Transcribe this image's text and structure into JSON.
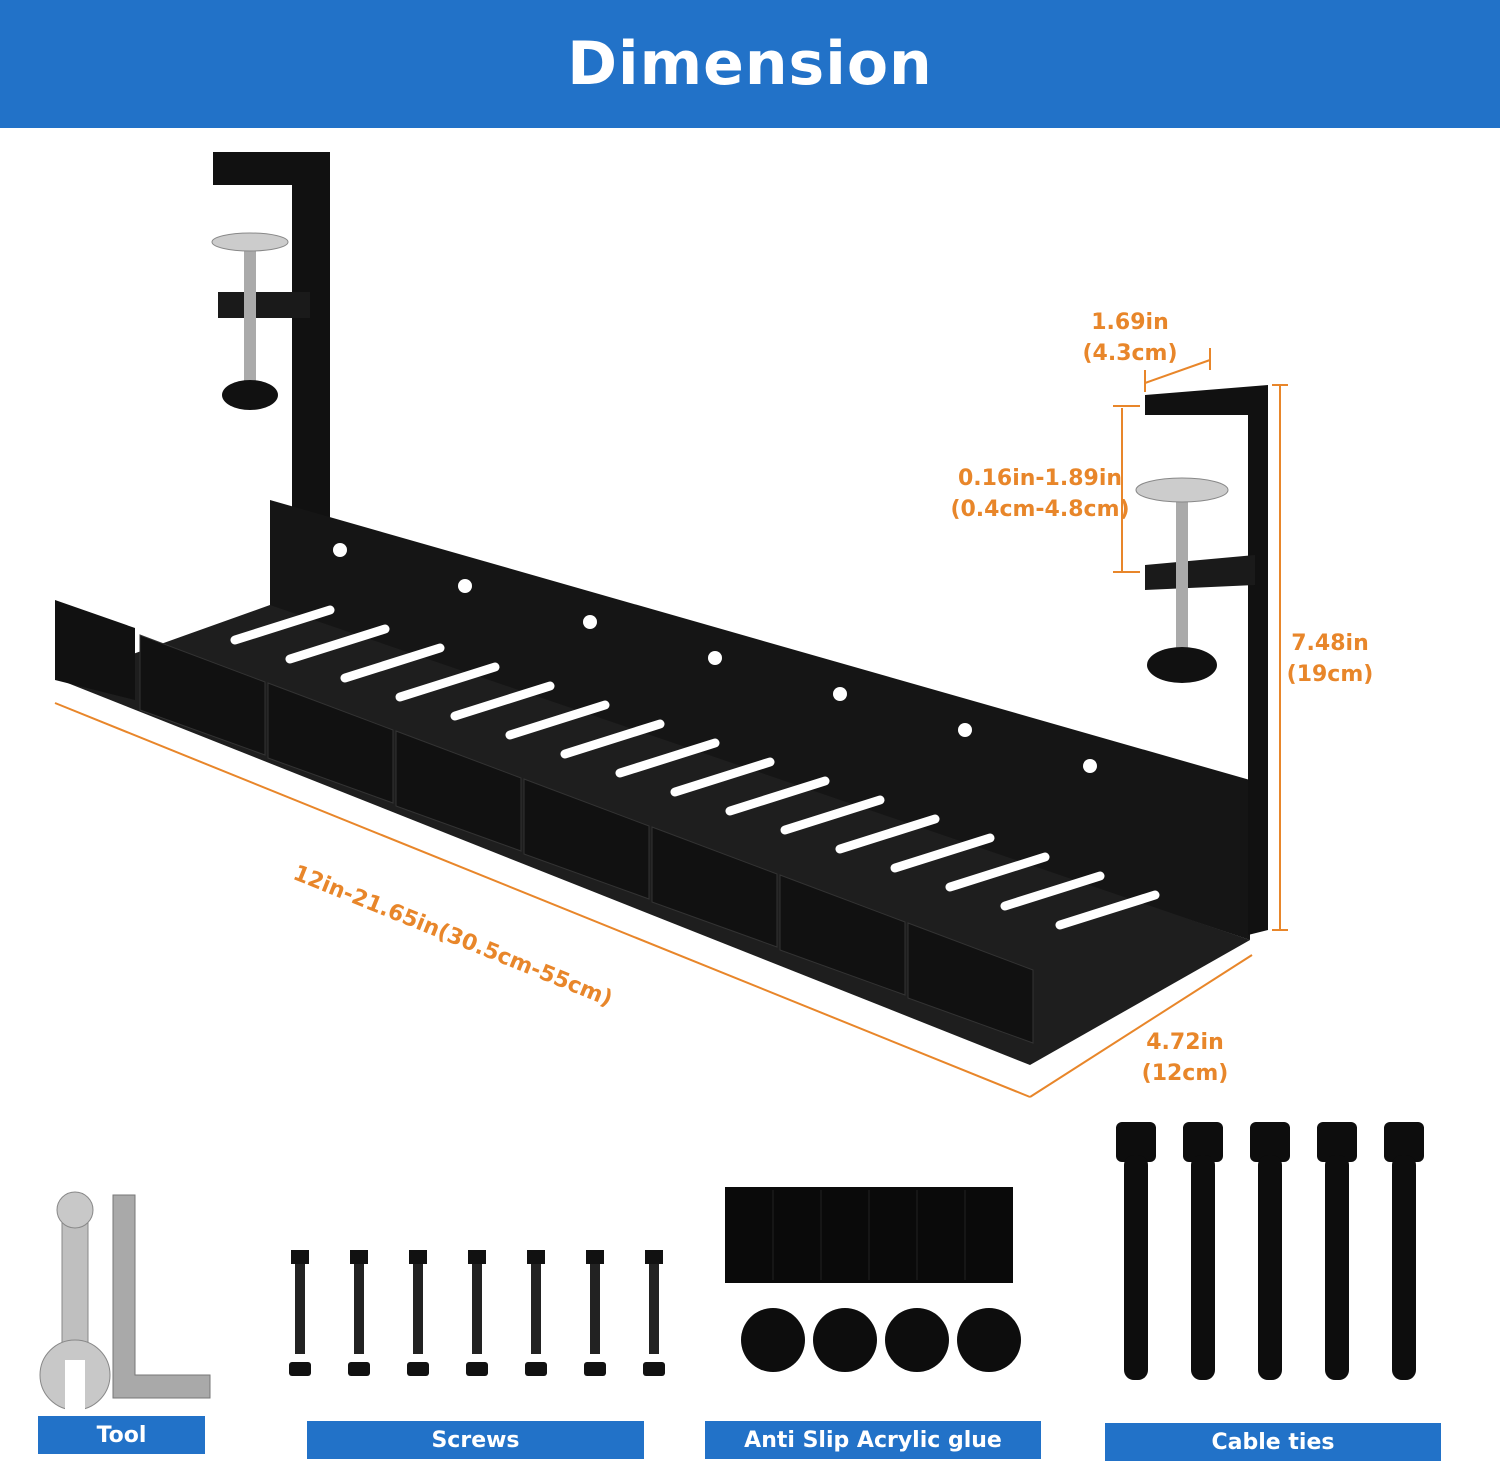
{
  "title": "Dimension",
  "dimensions": {
    "hook_width": {
      "in": "1.69in",
      "cm": "(4.3cm)"
    },
    "clamp_range": {
      "in": "0.16in-1.89in",
      "cm": "(0.4cm-4.8cm)"
    },
    "height": {
      "in": "7.48in",
      "cm": "(19cm)"
    },
    "length": "12in-21.65in(30.5cm-55cm)",
    "depth": {
      "in": "4.72in",
      "cm": "(12cm)"
    }
  },
  "accessories": [
    {
      "label": "Tool"
    },
    {
      "label": "Screws",
      "count": 7
    },
    {
      "label": "Anti Slip Acrylic glue",
      "pads": 4
    },
    {
      "label": "Cable ties",
      "count": 5
    }
  ],
  "colors": {
    "brand_blue": "#2272c8",
    "dimension_orange": "#e8862a",
    "product_black": "#111111"
  }
}
